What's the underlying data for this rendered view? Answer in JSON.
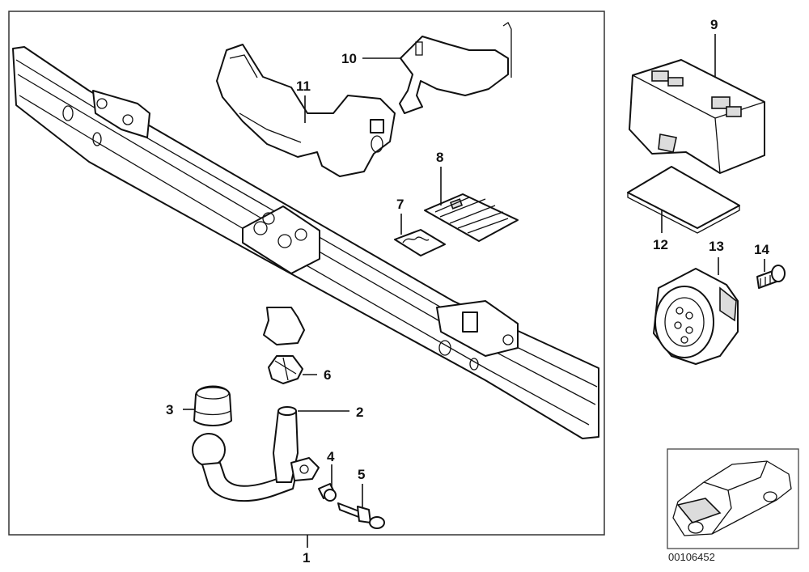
{
  "callouts": {
    "c1": "1",
    "c2": "2",
    "c3": "3",
    "c4": "4",
    "c5": "5",
    "c6": "6",
    "c7": "7",
    "c8": "8",
    "c9": "9",
    "c10": "10",
    "c11": "11",
    "c12": "12",
    "c13": "13",
    "c14": "14"
  },
  "diagram_code": "00106452",
  "colors": {
    "ink": "#111111",
    "frame": "#333333",
    "shade": "#dcdcdc"
  }
}
